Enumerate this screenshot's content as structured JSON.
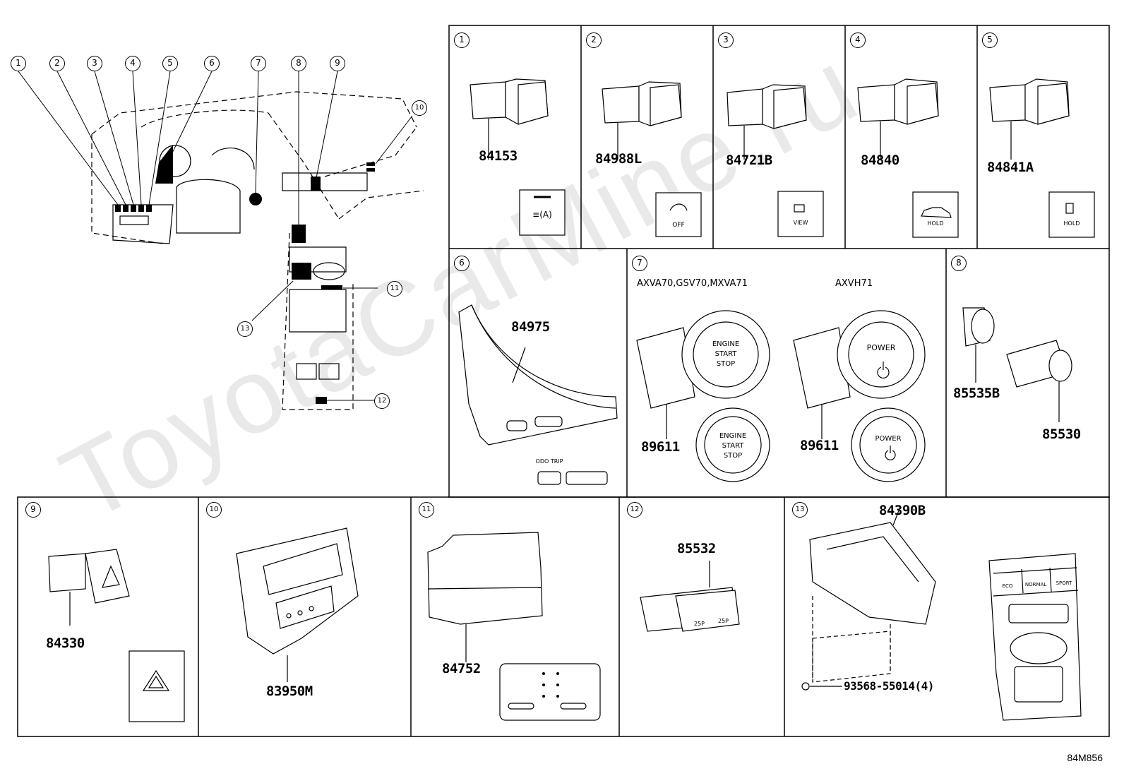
{
  "diagram_code": "84M856",
  "watermark": "ToyotaCarMine.ru",
  "overview": {
    "callouts": [
      "1",
      "2",
      "3",
      "4",
      "5",
      "6",
      "7",
      "8",
      "9",
      "10",
      "11",
      "12",
      "13"
    ]
  },
  "panels": [
    {
      "num": "1",
      "parts": [
        "84153"
      ],
      "icon_text": ""
    },
    {
      "num": "2",
      "parts": [
        "84988L"
      ],
      "icon_text": "OFF"
    },
    {
      "num": "3",
      "parts": [
        "84721B"
      ],
      "icon_text": "VIEW"
    },
    {
      "num": "4",
      "parts": [
        "84840"
      ],
      "icon_text": "HOLD"
    },
    {
      "num": "5",
      "parts": [
        "84841A"
      ],
      "icon_text": "HOLD"
    },
    {
      "num": "6",
      "parts": [
        "84975"
      ],
      "icon_text": "ODO TRIP"
    },
    {
      "num": "7",
      "parts": [
        "89611",
        "89611"
      ],
      "models": [
        "AXVA70,GSV70,MXVA71",
        "AXVH71"
      ],
      "button_text_a": [
        "ENGINE",
        "START",
        "STOP"
      ],
      "button_text_b": "POWER"
    },
    {
      "num": "8",
      "parts": [
        "85535B",
        "85530"
      ]
    },
    {
      "num": "9",
      "parts": [
        "84330"
      ]
    },
    {
      "num": "10",
      "parts": [
        "83950M"
      ]
    },
    {
      "num": "11",
      "parts": [
        "84752"
      ]
    },
    {
      "num": "12",
      "parts": [
        "85532"
      ],
      "icon_text": [
        "25P",
        "25P"
      ]
    },
    {
      "num": "13",
      "parts": [
        "84390B",
        "93568-55014(4)"
      ],
      "modes": [
        "ECO",
        "NORMAL",
        "SPORT"
      ]
    }
  ]
}
